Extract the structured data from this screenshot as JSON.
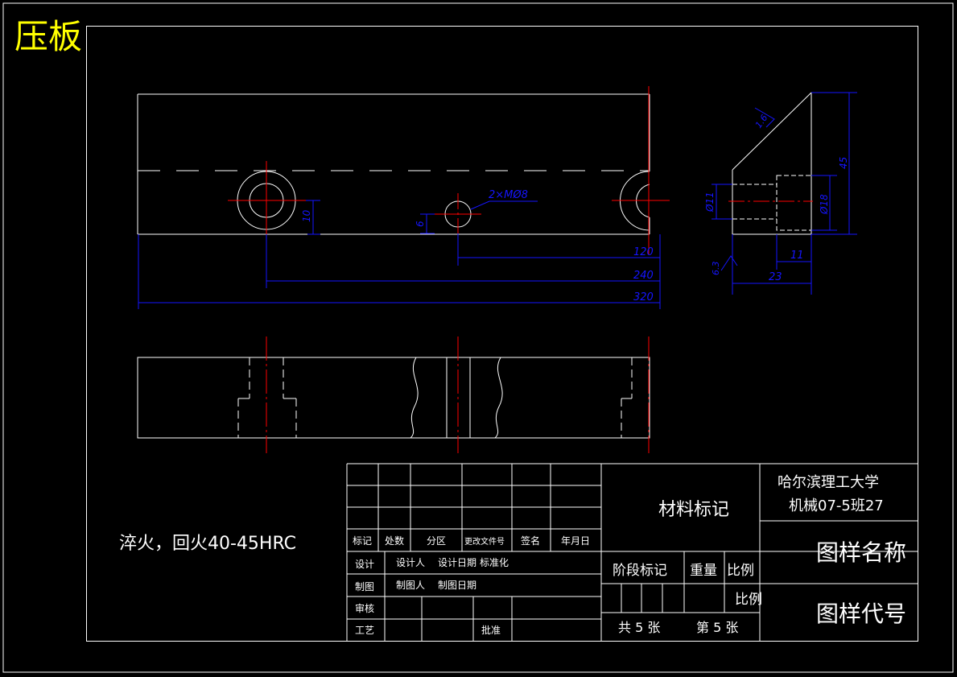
{
  "title": "压板",
  "note": "淬火，回火40-45HRC",
  "colors": {
    "background": "#000000",
    "outline": "#ffffff",
    "center_line": "#ff0000",
    "dimension": "#1515ff",
    "title": "#ffff00"
  },
  "dimensions": {
    "hole_label": "2×MØ8",
    "d10": "10",
    "d6": "6",
    "d120": "120",
    "d240": "240",
    "d320": "320",
    "d45": "45",
    "d11a": "Ø11",
    "d18": "Ø18",
    "d11b": "11",
    "d23": "23",
    "d63": "6.3",
    "rough": "1.6"
  },
  "title_block": {
    "row_labels": {
      "biaoji": "标记",
      "chushu": "处数",
      "fenqu": "分区",
      "gengai": "更改文件号",
      "qianming": "签名",
      "nianyueri": "年月日"
    },
    "sheji": "设计",
    "sheji_person": "设计人",
    "sheji_date": "设计日期",
    "biaozhunhua": "标准化",
    "zhitu": "制图",
    "zhitu_person": "制图人",
    "zhitu_date": "制图日期",
    "shenhe": "审核",
    "gongyi": "工艺",
    "pizhun": "批准",
    "material": "材料标记",
    "stage": "阶段标记",
    "weight": "重量",
    "scale_label": "比例",
    "scale_value": "比例",
    "sheets_total": "共 5 张",
    "sheet_no": "第 5 张",
    "school": "哈尔滨理工大学",
    "class": "机械07-5班27",
    "drawing_name": "图样名称",
    "drawing_code": "图样代号"
  }
}
